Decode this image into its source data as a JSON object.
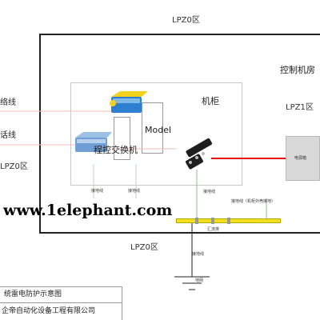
{
  "zones": {
    "top": "LPZ0区",
    "left": "LPZ0区",
    "bottom": "LPZ0区",
    "lpz1": "LPZ1区"
  },
  "rooms": {
    "control_room": "控制机房",
    "cabinet": "机柜"
  },
  "devices": {
    "model": "Model",
    "exchange": "程控交换机",
    "power_box": "电源箱"
  },
  "lines": {
    "network_line": "络线",
    "phone_line": "话线"
  },
  "ground": {
    "ground_line_left": "接地线",
    "ground_line_mid": "接地线",
    "ground_line_cabinet": "接地线",
    "ground_line_shell": "接地线（机柜外壳接地）",
    "busbar": "汇流排",
    "ground_line_down": "接地线",
    "earth": "地网"
  },
  "title_block": {
    "title": "统雷电防护示意图",
    "company": "企帝自动化设备工程有限公司"
  },
  "watermark": "www.1elephant.com",
  "colors": {
    "frame": "#222222",
    "red_wire": "#e01010",
    "busbar": "#f0e020",
    "surge_blue": "#2f7fd0",
    "surge_yellow": "#f2d21c"
  }
}
